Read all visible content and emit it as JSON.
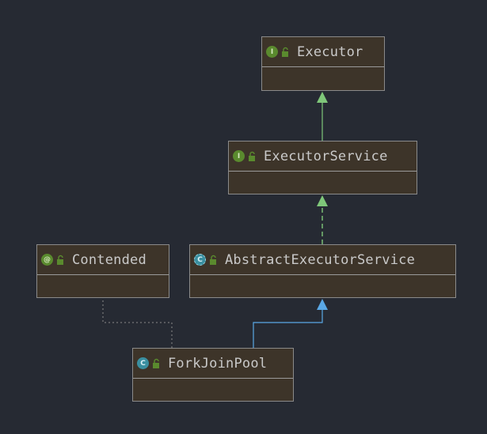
{
  "diagram": {
    "nodes": [
      {
        "id": "executor",
        "name": "Executor",
        "kind": "interface",
        "kind_letter": "I",
        "icon": "interface-icon"
      },
      {
        "id": "executor-service",
        "name": "ExecutorService",
        "kind": "interface",
        "kind_letter": "I",
        "icon": "interface-icon"
      },
      {
        "id": "contended",
        "name": "Contended",
        "kind": "annotation",
        "kind_letter": "@",
        "icon": "annotation-icon"
      },
      {
        "id": "abstract-executor-service",
        "name": "AbstractExecutorService",
        "kind": "abstract",
        "kind_letter": "C",
        "icon": "abstract-class-icon"
      },
      {
        "id": "fork-join-pool",
        "name": "ForkJoinPool",
        "kind": "class",
        "kind_letter": "C",
        "icon": "class-icon"
      }
    ],
    "edges": [
      {
        "from": "executor-service",
        "to": "executor",
        "type": "extends",
        "color": "#7fc77a"
      },
      {
        "from": "abstract-executor-service",
        "to": "executor-service",
        "type": "implements",
        "color": "#7fc77a"
      },
      {
        "from": "fork-join-pool",
        "to": "abstract-executor-service",
        "type": "extends",
        "color": "#5aa8e6"
      },
      {
        "from": "fork-join-pool",
        "to": "contended",
        "type": "annotated-by",
        "color": "#8a8a8a"
      }
    ],
    "colors": {
      "background": "#262a33",
      "node_fill": "#3d3429",
      "node_border": "#8a8a8a",
      "text": "#c9c9c9",
      "lock": "#5a8a2e"
    }
  }
}
